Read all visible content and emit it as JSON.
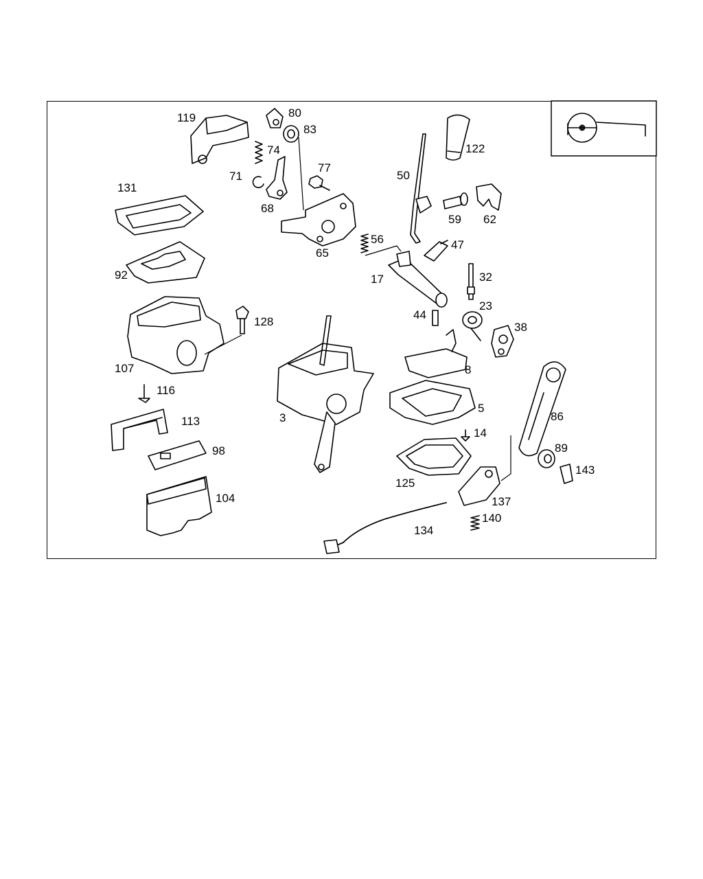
{
  "callouts": {
    "c119": "119",
    "c80": "80",
    "c83": "83",
    "c74": "74",
    "c71": "71",
    "c68": "68",
    "c77": "77",
    "c65": "65",
    "c56": "56",
    "c50": "50",
    "c122": "122",
    "c59": "59",
    "c62": "62",
    "c47": "47",
    "c17": "17",
    "c131": "131",
    "c92": "92",
    "c107": "107",
    "c128": "128",
    "c116": "116",
    "c113": "113",
    "c98": "98",
    "c104": "104",
    "c3": "3",
    "c44": "44",
    "c32": "32",
    "c23": "23",
    "c38": "38",
    "c8": "8",
    "c5": "5",
    "c14": "14",
    "c125": "125",
    "c86": "86",
    "c89": "89",
    "c143": "143",
    "c137": "137",
    "c140": "140",
    "c134": "134"
  },
  "logo_icon": "steering-wheel-icon"
}
